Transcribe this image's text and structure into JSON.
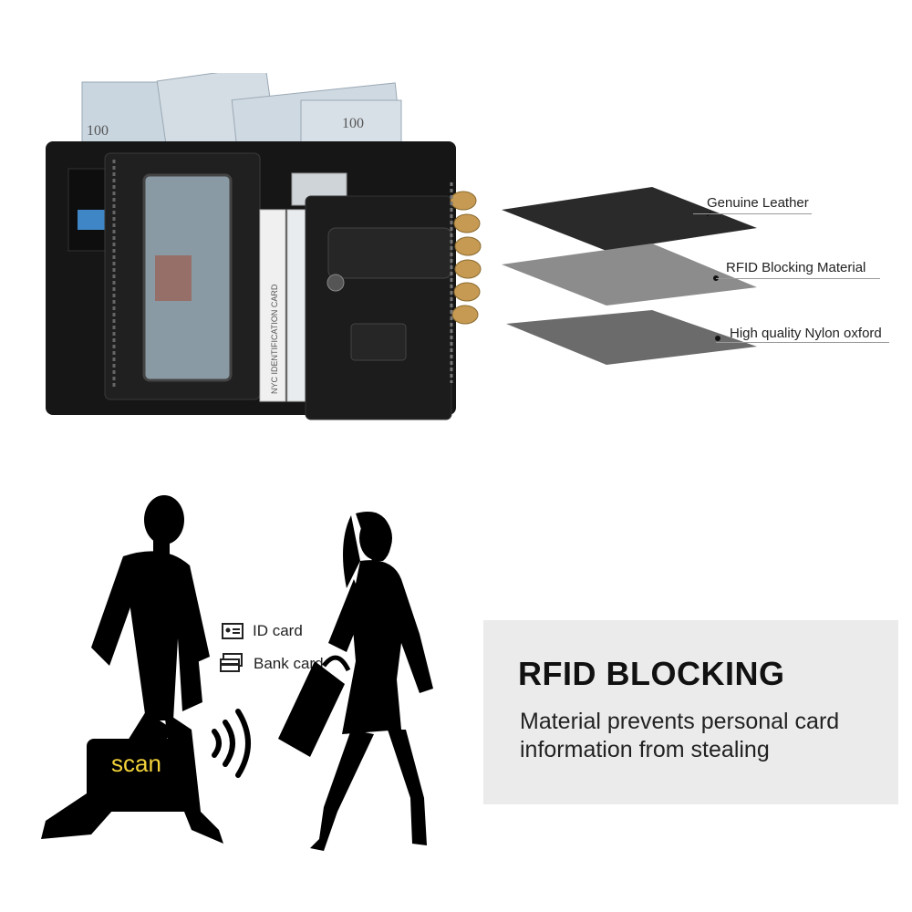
{
  "layers": {
    "items": [
      {
        "label": "Genuine Leather",
        "color": "#2a2a2a"
      },
      {
        "label": "RFID Blocking Material",
        "color": "#8c8c8c"
      },
      {
        "label": "High quality Nylon oxford",
        "color": "#6b6b6b"
      }
    ]
  },
  "wallet": {
    "card_text": "NYC IDENTIFICATION CARD",
    "bill_text": "100"
  },
  "legend": {
    "id_card": "ID card",
    "bank_card": "Bank card"
  },
  "scene": {
    "scan_label": "scan"
  },
  "banner": {
    "title": "RFID BLOCKING",
    "description": "Material prevents personal card information from stealing"
  }
}
